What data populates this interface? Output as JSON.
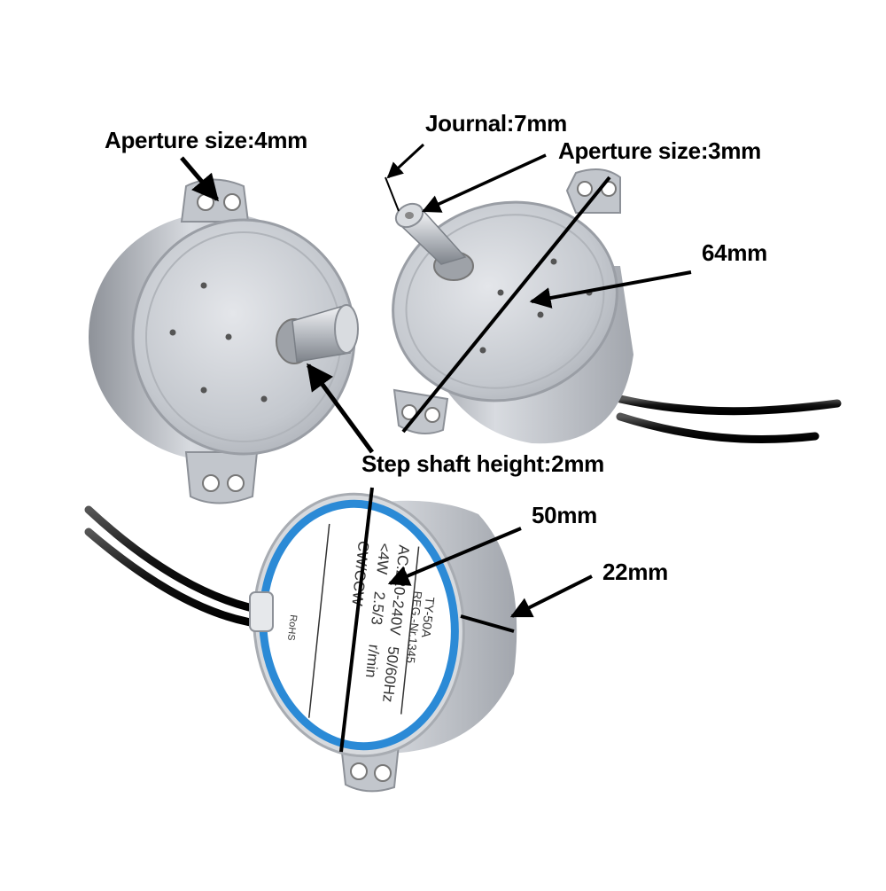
{
  "annotations": {
    "aperture_4mm": "Aperture size:4mm",
    "journal_7mm": "Journal:7mm",
    "aperture_3mm": "Aperture size:3mm",
    "diameter_64mm": "64mm",
    "step_shaft_height": "Step shaft height:2mm",
    "diameter_50mm": "50mm",
    "depth_22mm": "22mm"
  },
  "nameplate": {
    "model": "TY-50A",
    "reg": "REG.-Nr.1345",
    "voltage": "AC:220-240V",
    "frequency": "50/60Hz",
    "power": "<4W",
    "speed_value": "2.5/3",
    "speed_unit": "r/min",
    "direction": "CW/CCW",
    "rohs": "RoHS"
  },
  "colors": {
    "label_blue": "#2b8ad6",
    "metal": "#c9ccd1",
    "wire": "#1a1a1a"
  }
}
